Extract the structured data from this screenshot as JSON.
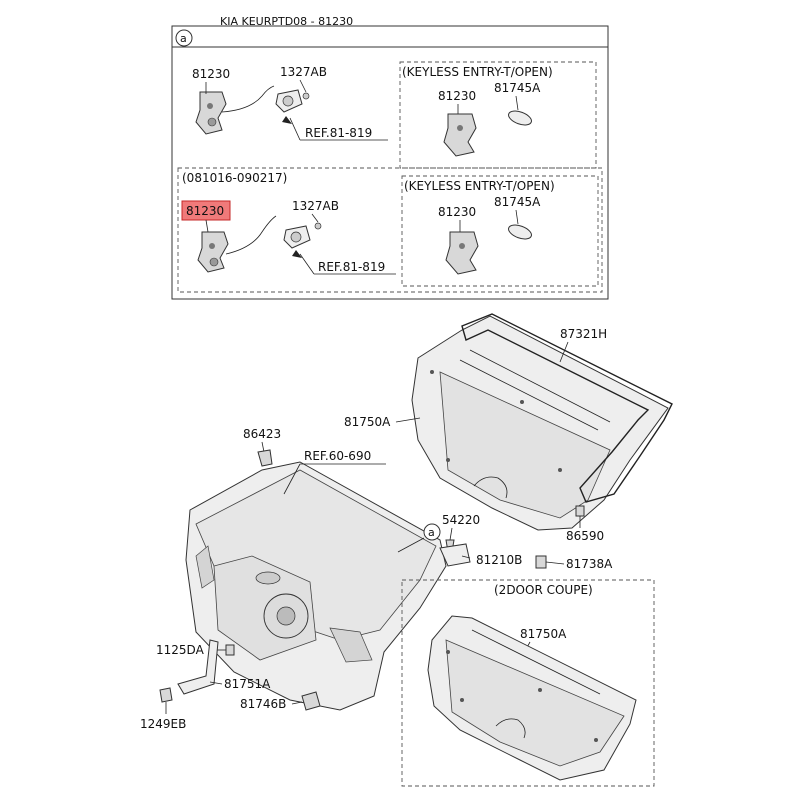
{
  "header": {
    "title": "KIA KEURPTD08 - 81230",
    "detail_ref_marker": "a"
  },
  "detail_top": {
    "lock_part": "81230",
    "actuator_part": "1327AB",
    "ref": "REF.81-819",
    "keyless_title": "(KEYLESS ENTRY-T/OPEN)",
    "keyless_lock_part": "81230",
    "keyless_cover_part": "81745A"
  },
  "detail_bottom": {
    "date_range": "(081016-090217)",
    "lock_part": "81230",
    "actuator_part": "1327AB",
    "ref": "REF.81-819",
    "keyless_title": "(KEYLESS ENTRY-T/OPEN)",
    "keyless_lock_part": "81230",
    "keyless_cover_part": "81745A"
  },
  "main": {
    "weatherstrip": "87321H",
    "trim_panel": "81750A",
    "bumper": "86423",
    "ref_lid": "REF.60-690",
    "detail_marker": "a",
    "bolt": "54220",
    "bracket": "81210B",
    "stopper": "86590",
    "cylinder": "81738A",
    "screw": "1125DA",
    "handle": "81751A",
    "clip": "1249EB",
    "fastener": "81746B"
  },
  "coupe": {
    "title": "(2DOOR COUPE)",
    "trim_panel": "81750A"
  },
  "colors": {
    "highlight_fill": "#f07a7a",
    "highlight_stroke": "#c62828",
    "line": "#222222"
  }
}
